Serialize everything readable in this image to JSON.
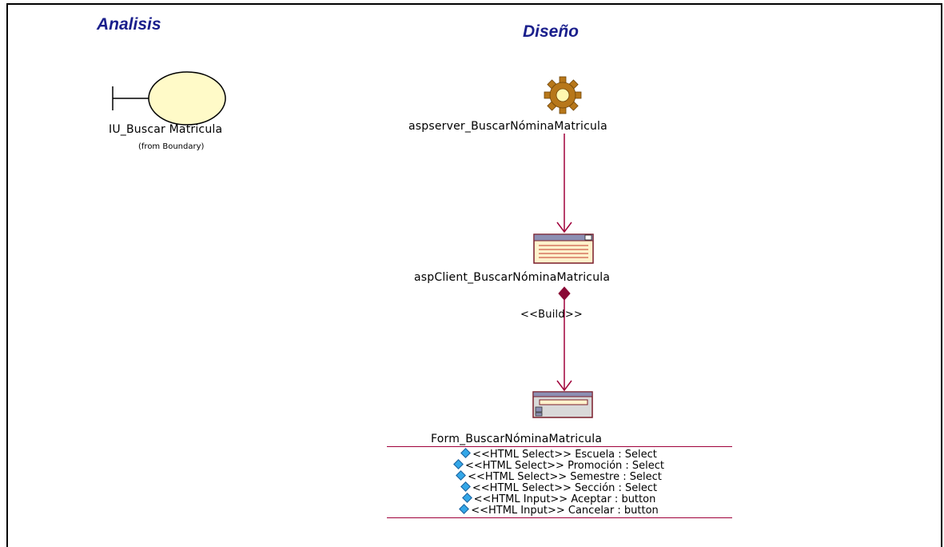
{
  "headings": {
    "analysis": "Analisis",
    "design": "Diseño"
  },
  "boundary": {
    "name": "IU_Buscar Matricula",
    "origin": "(from Boundary)"
  },
  "server_page": {
    "name": "aspserver_BuscarNóminaMatricula"
  },
  "client_page": {
    "name": "aspClient_BuscarNóminaMatricula"
  },
  "build_relation": {
    "stereotype": "<<Build>>"
  },
  "form": {
    "name": "Form_BuscarNóminaMatricula",
    "attributes": [
      "<<HTML Select>> Escuela : Select",
      "<<HTML Select>> Promoción : Select",
      "<<HTML Select>> Semestre : Select",
      "<<HTML Select>> Sección : Select",
      "<<HTML Input>> Aceptar : button",
      "<<HTML Input>> Cancelar : button"
    ]
  },
  "colors": {
    "heading": "#1a1f8c",
    "connector": "#a0003a",
    "boundary_fill": "#fffac8",
    "gear": "#b7771a",
    "attribute_icon": "#33a7e8"
  }
}
